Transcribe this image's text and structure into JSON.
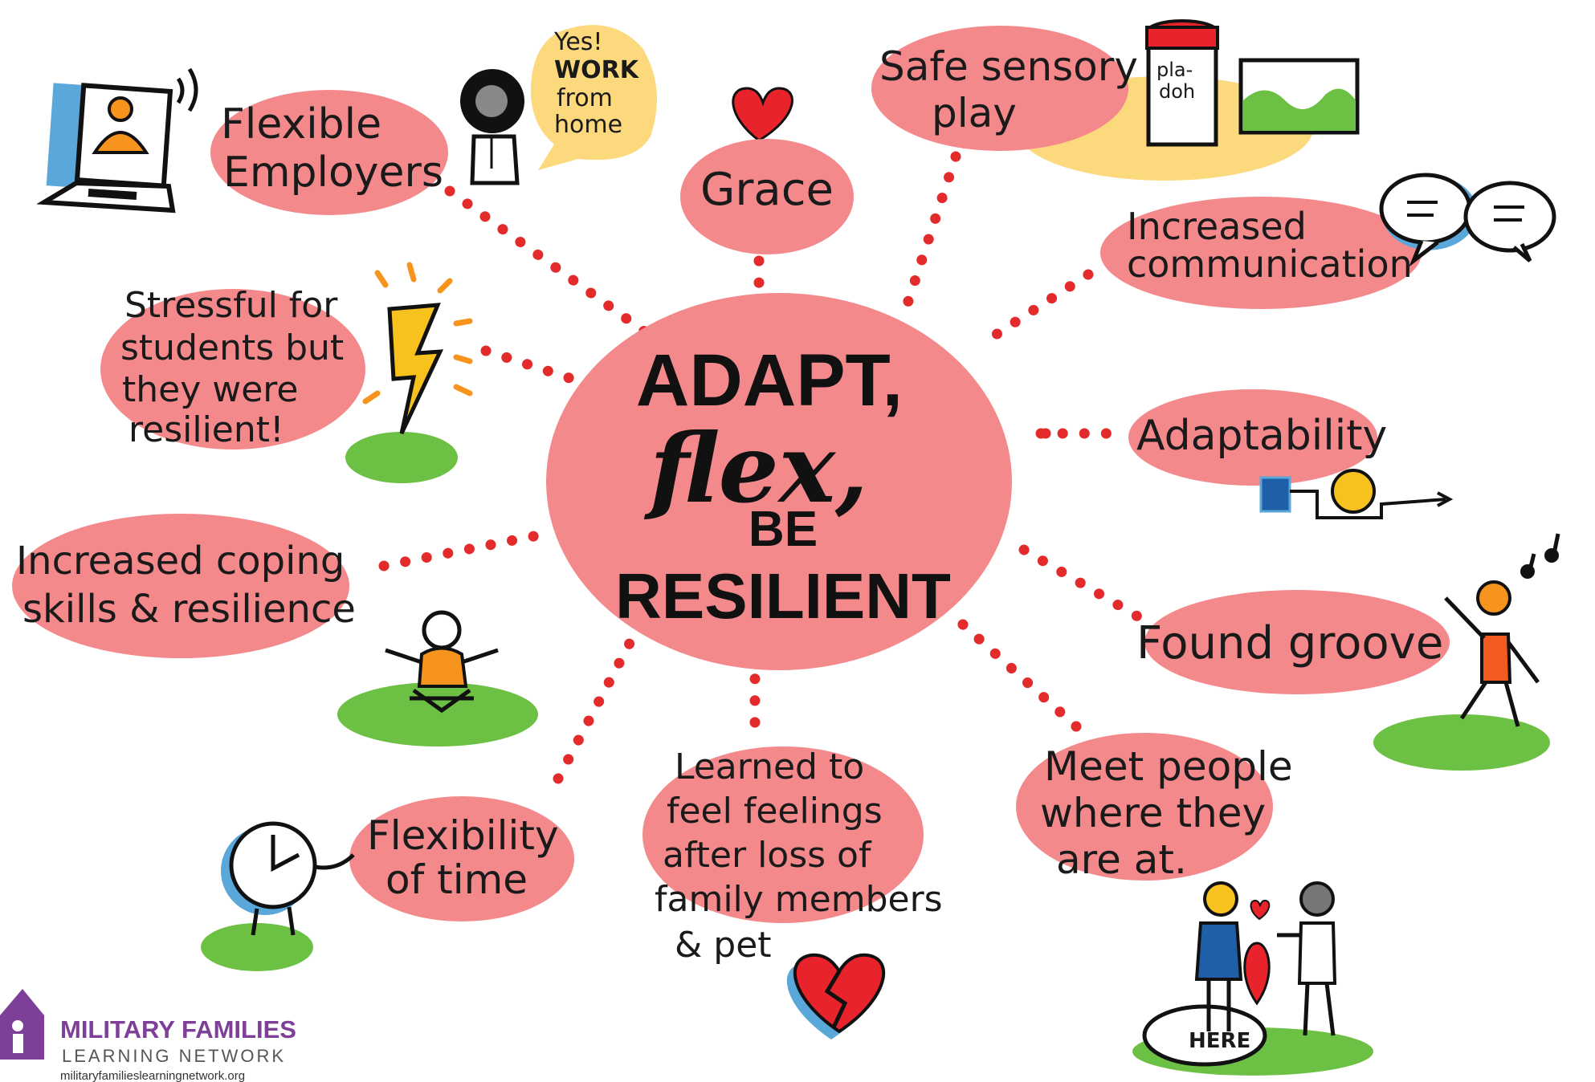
{
  "center": {
    "line1": "ADAPT,",
    "line2": "flex,",
    "line3": "BE",
    "line4": "RESILIENT"
  },
  "nodes": {
    "flexible_employers": [
      "Flexible",
      "Employers"
    ],
    "speech_bubble": [
      "Yes!",
      "WORK",
      "from",
      "home"
    ],
    "grace": [
      "Grace"
    ],
    "safe_sensory_play": [
      "Safe sensory",
      "play"
    ],
    "playdoh_label": [
      "pla-",
      "doh"
    ],
    "increased_communication": [
      "Increased",
      "communication"
    ],
    "stressful": [
      "Stressful for",
      "students but",
      "they were",
      "resilient!"
    ],
    "adaptability": [
      "Adaptability"
    ],
    "coping": [
      "Increased coping",
      "skills & resilience"
    ],
    "found_groove": [
      "Found groove"
    ],
    "flexibility_of_time": [
      "Flexibility",
      "of time"
    ],
    "learned_feelings": [
      "Learned to",
      "feel feelings",
      "after loss of",
      "family members",
      "& pet"
    ],
    "meet_people": [
      "Meet people",
      "where they",
      "are at."
    ],
    "here_label": [
      "HERE"
    ]
  },
  "logo": {
    "title": "MILITARY FAMILIES",
    "subtitle": "LEARNING NETWORK",
    "url": "militaryfamilieslearningnetwork.org"
  },
  "colors": {
    "bubble": "#f4898c",
    "dots": "#e32b2b",
    "grass": "#6cc043",
    "orange": "#f7941d",
    "blue_shadow": "#5aa7d9",
    "heart": "#e8232b",
    "yellow_bubble": "#fbd97c",
    "logo_purple": "#7d3f98"
  }
}
